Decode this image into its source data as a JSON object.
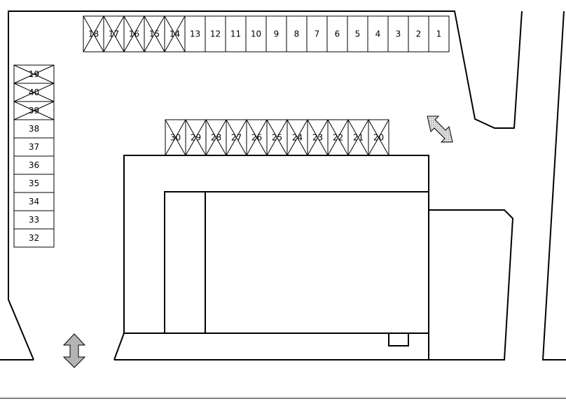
{
  "parking_lot": {
    "top_row": {
      "spaces": [
        {
          "label": "18",
          "occupied": true
        },
        {
          "label": "17",
          "occupied": true
        },
        {
          "label": "16",
          "occupied": true
        },
        {
          "label": "15",
          "occupied": true
        },
        {
          "label": "14",
          "occupied": true
        },
        {
          "label": "13",
          "occupied": false
        },
        {
          "label": "12",
          "occupied": false
        },
        {
          "label": "11",
          "occupied": false
        },
        {
          "label": "10",
          "occupied": false
        },
        {
          "label": "9",
          "occupied": false
        },
        {
          "label": "8",
          "occupied": false
        },
        {
          "label": "7",
          "occupied": false
        },
        {
          "label": "6",
          "occupied": false
        },
        {
          "label": "5",
          "occupied": false
        },
        {
          "label": "4",
          "occupied": false
        },
        {
          "label": "3",
          "occupied": false
        },
        {
          "label": "2",
          "occupied": false
        },
        {
          "label": "1",
          "occupied": false
        }
      ]
    },
    "middle_row": {
      "spaces": [
        {
          "label": "30",
          "occupied": true
        },
        {
          "label": "29",
          "occupied": true
        },
        {
          "label": "28",
          "occupied": true
        },
        {
          "label": "27",
          "occupied": true
        },
        {
          "label": "26",
          "occupied": true
        },
        {
          "label": "25",
          "occupied": true
        },
        {
          "label": "24",
          "occupied": true
        },
        {
          "label": "23",
          "occupied": true
        },
        {
          "label": "22",
          "occupied": true
        },
        {
          "label": "21",
          "occupied": true
        },
        {
          "label": "20",
          "occupied": true
        }
      ]
    },
    "left_column": {
      "spaces": [
        {
          "label": "19",
          "occupied": true
        },
        {
          "label": "40",
          "occupied": true
        },
        {
          "label": "39",
          "occupied": true
        },
        {
          "label": "38",
          "occupied": false
        },
        {
          "label": "37",
          "occupied": false
        },
        {
          "label": "36",
          "occupied": false
        },
        {
          "label": "35",
          "occupied": false
        },
        {
          "label": "34",
          "occupied": false
        },
        {
          "label": "33",
          "occupied": false
        },
        {
          "label": "32",
          "occupied": false
        }
      ]
    },
    "colors": {
      "line": "#000000",
      "background": "#ffffff",
      "arrow_fill": "#b4b4b4",
      "arrow_hatch": "#c8c8c8"
    },
    "icons": {
      "entrance_arrow": "double-arrow-vertical",
      "side_arrow": "double-arrow-diagonal"
    }
  }
}
